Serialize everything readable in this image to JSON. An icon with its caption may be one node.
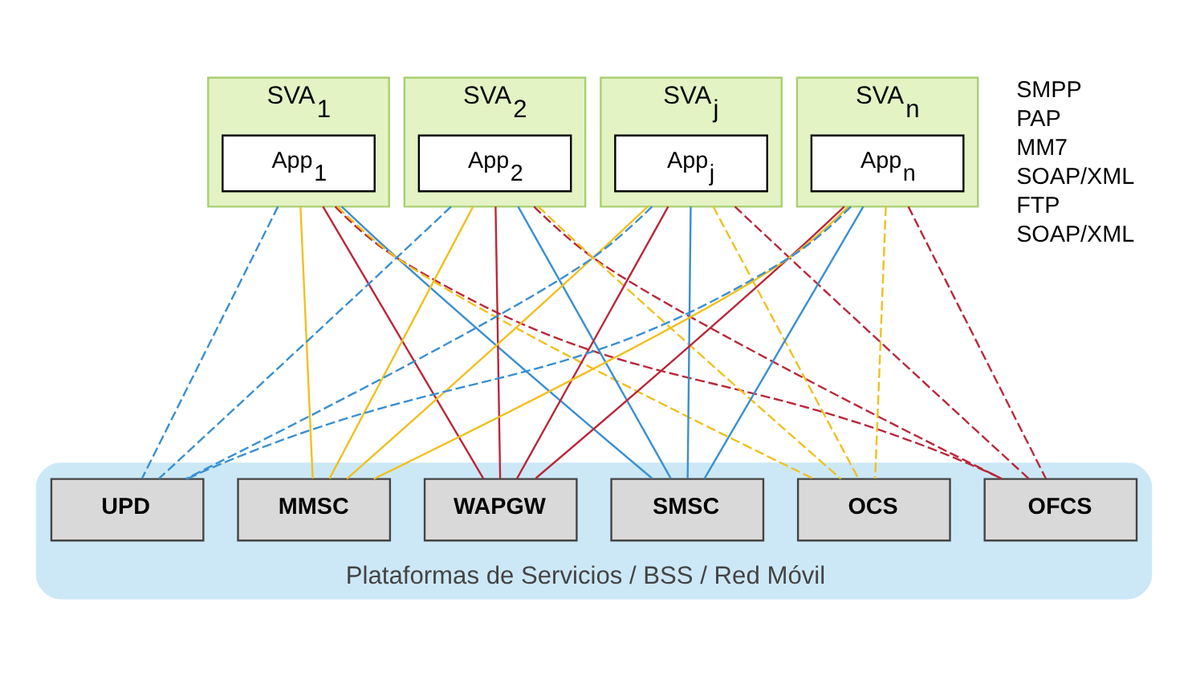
{
  "diagram": {
    "nodes": [
      {
        "text": [
          "SVA$_{1}$"
        ]
      },
      {
        "text": [
          "App$_{1}$"
        ],
        "in": 0
      },
      {
        "text": [
          "SVA$_{2}$"
        ]
      },
      {
        "text": [
          "App$_{2}$"
        ],
        "in": 2
      },
      {
        "text": [
          "SVA$_{j}$"
        ]
      },
      {
        "text": [
          "App$_{j}$"
        ],
        "in": 4
      },
      {
        "text": [
          "SVA$_{n}$"
        ]
      },
      {
        "text": [
          "App$_{n}$"
        ],
        "in": 6
      },
      {
        "text": [
          "Plataformas de Servicios / BSS / Red Móvil"
        ]
      },
      {
        "text": [
          "SMSC"
        ],
        "in": 8
      },
      {
        "text": [
          "WAPGW"
        ],
        "in": 8
      },
      {
        "text": [
          "MMSC"
        ],
        "in": 8
      },
      {
        "text": [
          "UPD"
        ],
        "in": 8
      },
      {
        "text": [
          "OFCS"
        ],
        "in": 8
      },
      {
        "text": [
          "OCS"
        ],
        "in": 8
      }
    ],
    "edges": [
      {
        "from": 0,
        "to": 9,
        "arrow": "none",
        "color": "#3a8fd0"
      },
      {
        "from": 0,
        "to": 10,
        "arrow": "none",
        "color": "#b8283a"
      },
      {
        "from": 0,
        "to": 11,
        "arrow": "none",
        "color": "#f0c020"
      },
      {
        "from": 0,
        "to": 12,
        "arrow": "none",
        "style": "dashed",
        "color": "#3a8fd0"
      },
      {
        "from": 0,
        "to": 13,
        "arrow": "none",
        "style": "dashed",
        "color": "#b8283a"
      },
      {
        "from": 0,
        "to": 14,
        "arrow": "none",
        "style": "dashed",
        "color": "#f0c020"
      },
      {
        "from": 2,
        "to": 9,
        "arrow": "none",
        "color": "#3a8fd0"
      },
      {
        "from": 2,
        "to": 10,
        "arrow": "none",
        "color": "#b8283a"
      },
      {
        "from": 2,
        "to": 11,
        "arrow": "none",
        "color": "#f0c020"
      },
      {
        "from": 2,
        "to": 12,
        "arrow": "none",
        "style": "dashed",
        "color": "#3a8fd0"
      },
      {
        "from": 2,
        "to": 13,
        "arrow": "none",
        "style": "dashed",
        "color": "#b8283a"
      },
      {
        "from": 2,
        "to": 14,
        "arrow": "none",
        "style": "dashed",
        "color": "#f0c020"
      },
      {
        "from": 4,
        "to": 9,
        "arrow": "none",
        "color": "#3a8fd0"
      },
      {
        "from": 4,
        "to": 10,
        "arrow": "none",
        "color": "#b8283a"
      },
      {
        "from": 4,
        "to": 11,
        "arrow": "none",
        "color": "#f0c020"
      },
      {
        "from": 4,
        "to": 12,
        "arrow": "none",
        "style": "dashed",
        "color": "#3a8fd0"
      },
      {
        "from": 4,
        "to": 13,
        "arrow": "none",
        "style": "dashed",
        "color": "#b8283a"
      },
      {
        "from": 4,
        "to": 14,
        "arrow": "none",
        "style": "dashed",
        "color": "#f0c020"
      },
      {
        "from": 6,
        "to": 9,
        "arrow": "none",
        "color": "#3a8fd0"
      },
      {
        "from": 6,
        "to": 10,
        "arrow": "none",
        "color": "#b8283a"
      },
      {
        "from": 6,
        "to": 11,
        "arrow": "none",
        "color": "#f0c020"
      },
      {
        "from": 6,
        "to": 12,
        "arrow": "none",
        "style": "dashed",
        "color": "#3a8fd0"
      },
      {
        "from": 6,
        "to": 13,
        "arrow": "none",
        "style": "dashed",
        "color": "#b8283a"
      },
      {
        "from": 6,
        "to": 14,
        "arrow": "none",
        "style": "dashed",
        "color": "#f0c020"
      }
    ],
    "legend": [
      {
        "text": "SMPP"
      },
      {
        "text": "PAP"
      },
      {
        "text": "MM7"
      },
      {
        "text": "SOAP/XML"
      },
      {
        "text": "FTP"
      },
      {
        "text": "SOAP/XML"
      }
    ]
  }
}
